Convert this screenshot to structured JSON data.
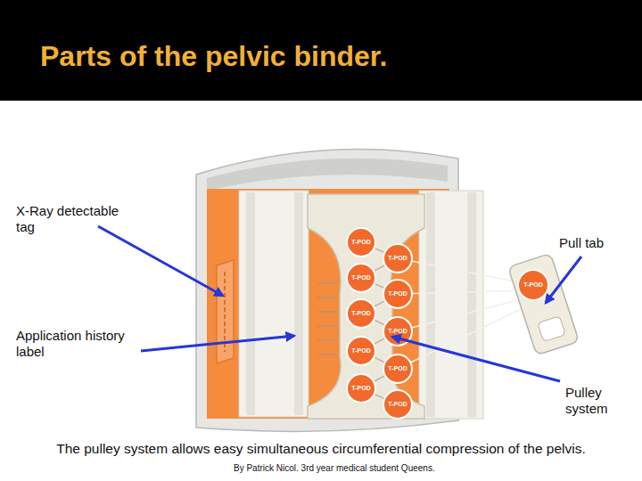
{
  "diagram": {
    "title": "Parts of the pelvic binder.",
    "caption": "The pulley system allows easy simultaneous circumferential compression of the pelvis.",
    "labels": [
      "X-Ray detectable tag",
      "Pull tab",
      "Application history label",
      "Pulley system",
      "T-POD",
      "T-POD",
      "T-POD",
      "T-POD",
      "T-POD",
      "T-POD",
      "T-POD",
      "T-POD",
      "T-POD",
      "T-POD",
      "T-POD",
      "By Patrick Nicol. 3rd year medical student Queens."
    ]
  }
}
